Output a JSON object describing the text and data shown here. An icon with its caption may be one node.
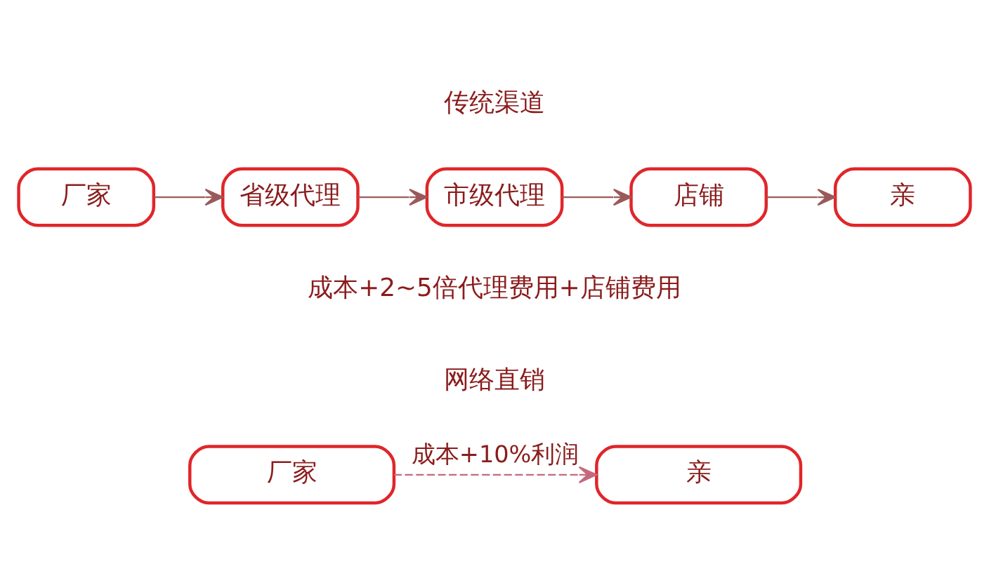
{
  "diagram": {
    "nodes": [
      {
        "text": [
          "厂家"
        ]
      },
      {
        "text": [
          "省级代理"
        ]
      },
      {
        "text": [
          "市级代理"
        ]
      },
      {
        "text": [
          "店铺"
        ]
      },
      {
        "text": [
          "亲"
        ]
      },
      {
        "text": [
          "厂家"
        ]
      },
      {
        "text": [
          "亲"
        ]
      }
    ],
    "edges": [
      {
        "from": 0,
        "to": 1,
        "arrow": "to"
      },
      {
        "from": 1,
        "to": 2,
        "arrow": "to"
      },
      {
        "from": 2,
        "to": 3,
        "arrow": "to"
      },
      {
        "from": 3,
        "to": 4,
        "arrow": "to"
      },
      {
        "from": 5,
        "to": 6,
        "arrow": "to",
        "label": "成本+10%利润",
        "style": "dashed",
        "color": "#c46a7e"
      }
    ],
    "labels": [
      "传统渠道",
      "成本+2~5倍代理费用+店铺费用",
      "网络直销"
    ]
  }
}
